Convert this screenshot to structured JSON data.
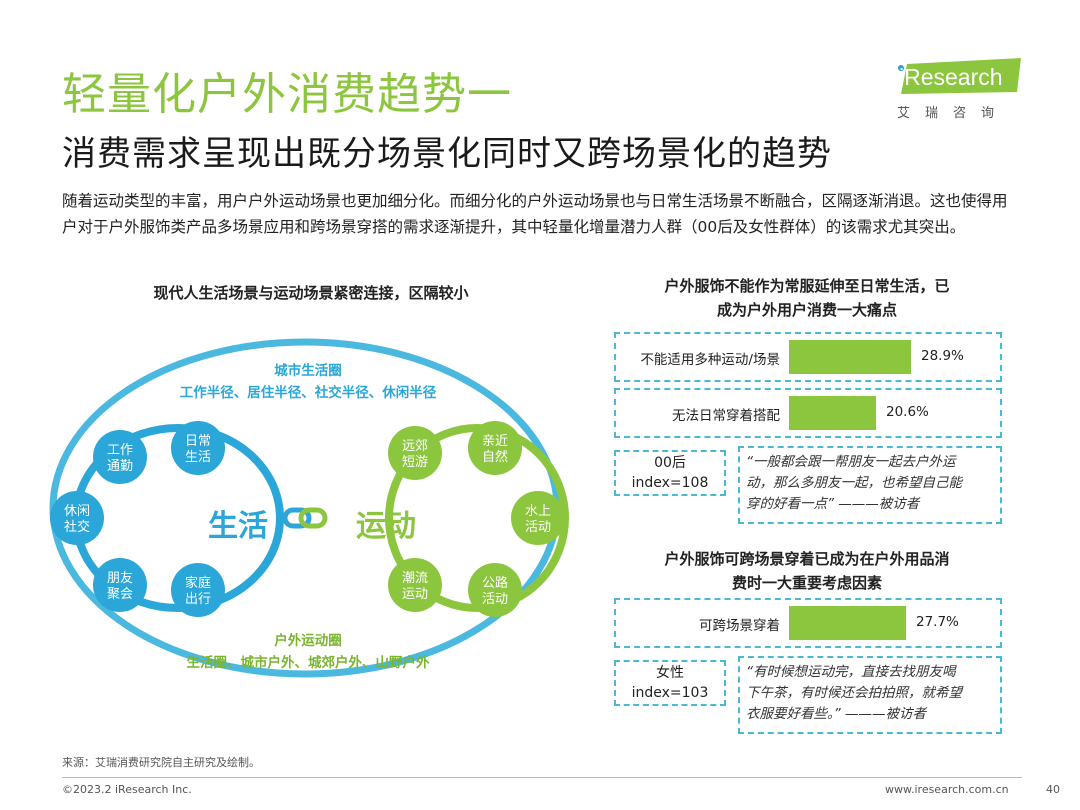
{
  "title": "轻量化户外消费趋势一",
  "subtitle": "消费需求呈现出既分场景化同时又跨场景化的趋势",
  "logo": {
    "brand": "iResearch",
    "cn": "艾瑞咨询"
  },
  "intro": "随着运动类型的丰富，用户户外运动场景也更加细分化。而细分化的户外运动场景也与日常生活场景不断融合，区隔逐渐消退。这也使得用户对于户外服饰类产品多场景应用和跨场景穿搭的需求逐渐提升，其中轻量化增量潜力人群（00后及女性群体）的该需求尤其突出。",
  "left_panel": {
    "title": "现代人生活场景与运动场景紧密连接，区隔较小",
    "city_circle": {
      "name": "城市生活圈",
      "desc": "工作半径、居住半径、社交半径、休闲半径"
    },
    "outdoor_circle": {
      "name": "户外运动圈",
      "desc": "生活圈、城市户外、城郊户外、山野户外"
    },
    "life_label": "生活",
    "sport_label": "运动",
    "life_nodes": [
      {
        "l1": "工作",
        "l2": "通勤"
      },
      {
        "l1": "日常",
        "l2": "生活"
      },
      {
        "l1": "休闲",
        "l2": "社交"
      },
      {
        "l1": "朋友",
        "l2": "聚会"
      },
      {
        "l1": "家庭",
        "l2": "出行"
      }
    ],
    "sport_nodes": [
      {
        "l1": "远郊",
        "l2": "短游"
      },
      {
        "l1": "亲近",
        "l2": "自然"
      },
      {
        "l1": "水上",
        "l2": "活动"
      },
      {
        "l1": "潮流",
        "l2": "运动"
      },
      {
        "l1": "公路",
        "l2": "活动"
      }
    ],
    "colors": {
      "life": "#2aa6d8",
      "sport": "#8cc63f",
      "ellipse": "#4bb8e0"
    }
  },
  "right_top": {
    "title_l1": "户外服饰不能作为常服延伸至日常生活，已",
    "title_l2": "成为户外用户消费一大痛点",
    "bars": [
      {
        "label": "不能适用多种运动/场景",
        "value": 28.9,
        "display": "28.9%"
      },
      {
        "label": "无法日常穿着搭配",
        "value": 20.6,
        "display": "20.6%"
      }
    ],
    "group": {
      "l1": "00后",
      "l2": "index=108"
    },
    "quote_l1": "“一般都会跟一帮朋友一起去户外运",
    "quote_l2": "动，那么多朋友一起，也希望自己能",
    "quote_l3": "穿的好看一点”  ———被访者"
  },
  "right_bottom": {
    "title_l1": "户外服饰可跨场景穿着已成为在户外用品消",
    "title_l2": "费时一大重要考虑因素",
    "bars": [
      {
        "label": "可跨场景穿着",
        "value": 27.7,
        "display": "27.7%"
      }
    ],
    "group": {
      "l1": "女性",
      "l2": "index=103"
    },
    "quote_l1": "“有时候想运动完，直接去找朋友喝",
    "quote_l2": "下午茶，有时候还会拍拍照，就希望",
    "quote_l3": "衣服要好看些。”  ———被访者"
  },
  "bar_color": "#8cc63f",
  "box_color": "#4bb8d4",
  "source": "来源：艾瑞消费研究院自主研究及绘制。",
  "footer_left": "©2023.2 iResearch Inc.",
  "footer_right": "www.iresearch.com.cn",
  "page_number": "40"
}
